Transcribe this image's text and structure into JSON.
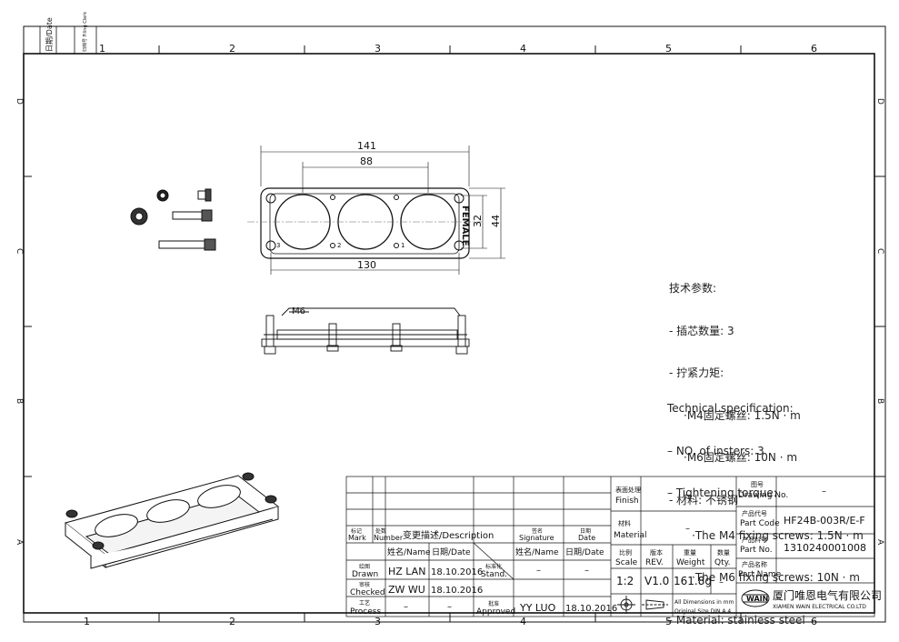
{
  "side_strip": {
    "date_label": "日期/Date",
    "filing_label": "归档号 Filing Clerk"
  },
  "grid": {
    "cols_top": [
      "1",
      "2",
      "3",
      "4",
      "5",
      "6"
    ],
    "cols_bottom": [
      "1",
      "2",
      "3",
      "4",
      "5",
      "6"
    ],
    "rows_left": [
      "D",
      "C",
      "B",
      "A"
    ],
    "rows_right": [
      "D",
      "C",
      "B",
      "A"
    ]
  },
  "drawing": {
    "dim_overall": "141",
    "dim_inner": "88",
    "dim_base": "130",
    "dim_height_inner": "32",
    "dim_height_outer": "44",
    "female_mark": "FEMALE",
    "pin_labels": [
      "3",
      "2",
      "1"
    ],
    "screw_callout": "M6"
  },
  "spec_cn": {
    "title": "技术参数:",
    "lines": [
      "- 插芯数量: 3",
      "- 拧紧力矩:",
      "·M4固定螺丝: 1.5N · m",
      "·M6固定螺丝: 10N · m",
      "- 材料: 不锈钢"
    ]
  },
  "spec_en": {
    "title": "Technical specification:",
    "lines": [
      "– NO. of insters: 3",
      "– Tightening torque:",
      "·The M4 fixing screws: 1.5N · m",
      "·The M6 fixing screws: 10N · m",
      "– Material: stainless steel"
    ]
  },
  "title_block": {
    "rev_headers": {
      "mark": [
        "标记",
        "Mark"
      ],
      "number": [
        "处数",
        "Number"
      ],
      "description": "变更描述/Description",
      "signature": [
        "签名",
        "Signature"
      ],
      "date": [
        "日期",
        "Date"
      ]
    },
    "approval_headers": [
      "姓名/Name",
      "日期/Date",
      "姓名/Name",
      "日期/Date"
    ],
    "drawn": {
      "cn": "绘图",
      "en": "Drawn",
      "name": "HZ LAN",
      "date": "18.10.2016"
    },
    "standard": {
      "cn": "标准化",
      "en": "Stand.",
      "name": "–",
      "date": "–"
    },
    "checked": {
      "cn": "审核",
      "en": "Checked",
      "name": "ZW WU",
      "date": "18.10.2016"
    },
    "process": {
      "cn": "工艺",
      "en": "Process",
      "name": "–",
      "date": "–"
    },
    "approved": {
      "cn": "批准",
      "en": "Approved",
      "name": "YY LUO",
      "date": "18.10.2016"
    },
    "finish": {
      "cn": "表面处理",
      "en": "Finish",
      "value": "–"
    },
    "material": {
      "cn": "材料",
      "en": "Material",
      "value": "–"
    },
    "scale": {
      "cn": "比例",
      "en": "Scale",
      "value": "1:2"
    },
    "rev": {
      "cn": "版本",
      "en": "REV.",
      "value": "V1.0"
    },
    "weight": {
      "cn": "重量",
      "en": "Weight",
      "value": "161.8g"
    },
    "qty": {
      "cn": "数量",
      "en": "Qty.",
      "value": "–"
    },
    "dimensions_note": [
      "All Dimensions in mm",
      "Original Size DIN A 4"
    ],
    "drawing_no": {
      "cn": "图号",
      "en": "Drawing No.",
      "value": "–"
    },
    "part_code": {
      "cn": "产品代号",
      "en": "Part Code",
      "value": "HF24B-003R/E-F"
    },
    "part_no": {
      "cn": "产品料号",
      "en": "Part No.",
      "value": "1310240001008"
    },
    "part_name": {
      "cn": "产品名称",
      "en": "Part Name",
      "value": ""
    },
    "logo": "WAIN",
    "company_cn": "厦门唯恩电气有限公司",
    "company_en": "XIAMEN WAIN ELECTRICAL CO.LTD"
  }
}
